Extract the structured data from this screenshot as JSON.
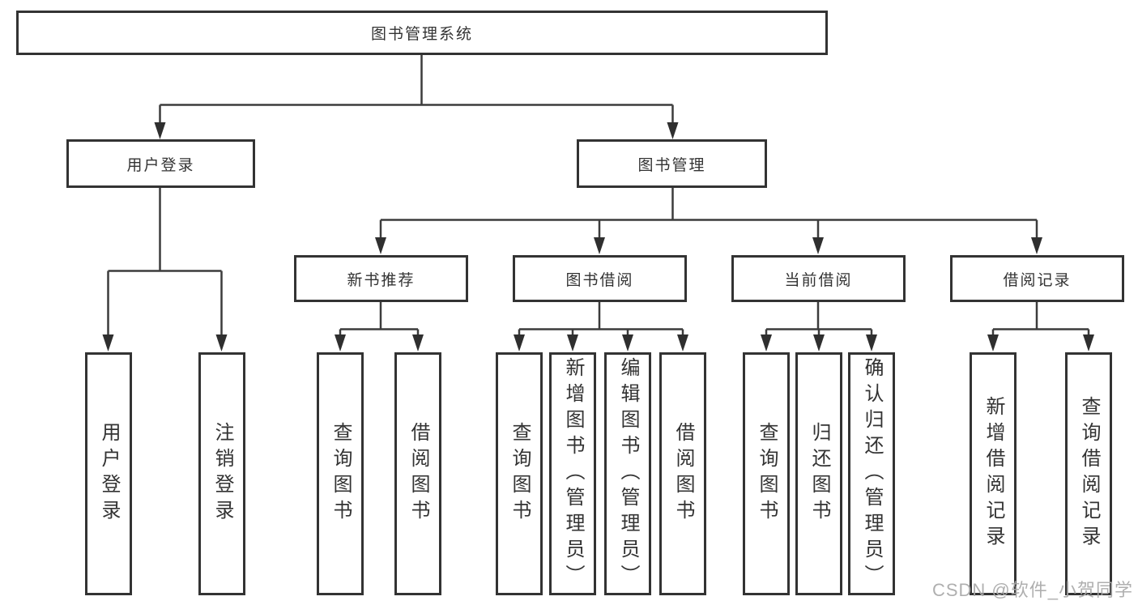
{
  "diagram": {
    "title": "图书管理系统",
    "root": {
      "label": "图书管理系统"
    },
    "level2": [
      {
        "id": "user-login",
        "label": "用户登录"
      },
      {
        "id": "book-management",
        "label": "图书管理"
      }
    ],
    "level3": [
      {
        "id": "new-book-recommend",
        "parent": "图书管理",
        "label": "新书推荐"
      },
      {
        "id": "book-borrow",
        "parent": "图书管理",
        "label": "图书借阅"
      },
      {
        "id": "current-borrow",
        "parent": "图书管理",
        "label": "当前借阅"
      },
      {
        "id": "borrow-records",
        "parent": "图书管理",
        "label": "借阅记录"
      }
    ],
    "leaves": [
      {
        "parent": "用户登录",
        "label": "用户登录"
      },
      {
        "parent": "用户登录",
        "label": "注销登录"
      },
      {
        "parent": "新书推荐",
        "label": "查询图书"
      },
      {
        "parent": "新书推荐",
        "label": "借阅图书"
      },
      {
        "parent": "图书借阅",
        "label": "查询图书"
      },
      {
        "parent": "图书借阅",
        "label": "新增图书（管理员）"
      },
      {
        "parent": "图书借阅",
        "label": "编辑图书（管理员）"
      },
      {
        "parent": "图书借阅",
        "label": "借阅图书"
      },
      {
        "parent": "当前借阅",
        "label": "查询图书"
      },
      {
        "parent": "当前借阅",
        "label": "归还图书"
      },
      {
        "parent": "当前借阅",
        "label": "确认归还（管理员）"
      },
      {
        "parent": "借阅记录",
        "label": "新增借阅记录"
      },
      {
        "parent": "借阅记录",
        "label": "查询借阅记录"
      }
    ]
  },
  "watermark": {
    "text": "CSDN @软件_小贺同学"
  },
  "colors": {
    "line": "#3c3c3c",
    "border": "#333333",
    "text": "#333333",
    "background": "#ffffff",
    "watermark": "#a8a8a8"
  }
}
